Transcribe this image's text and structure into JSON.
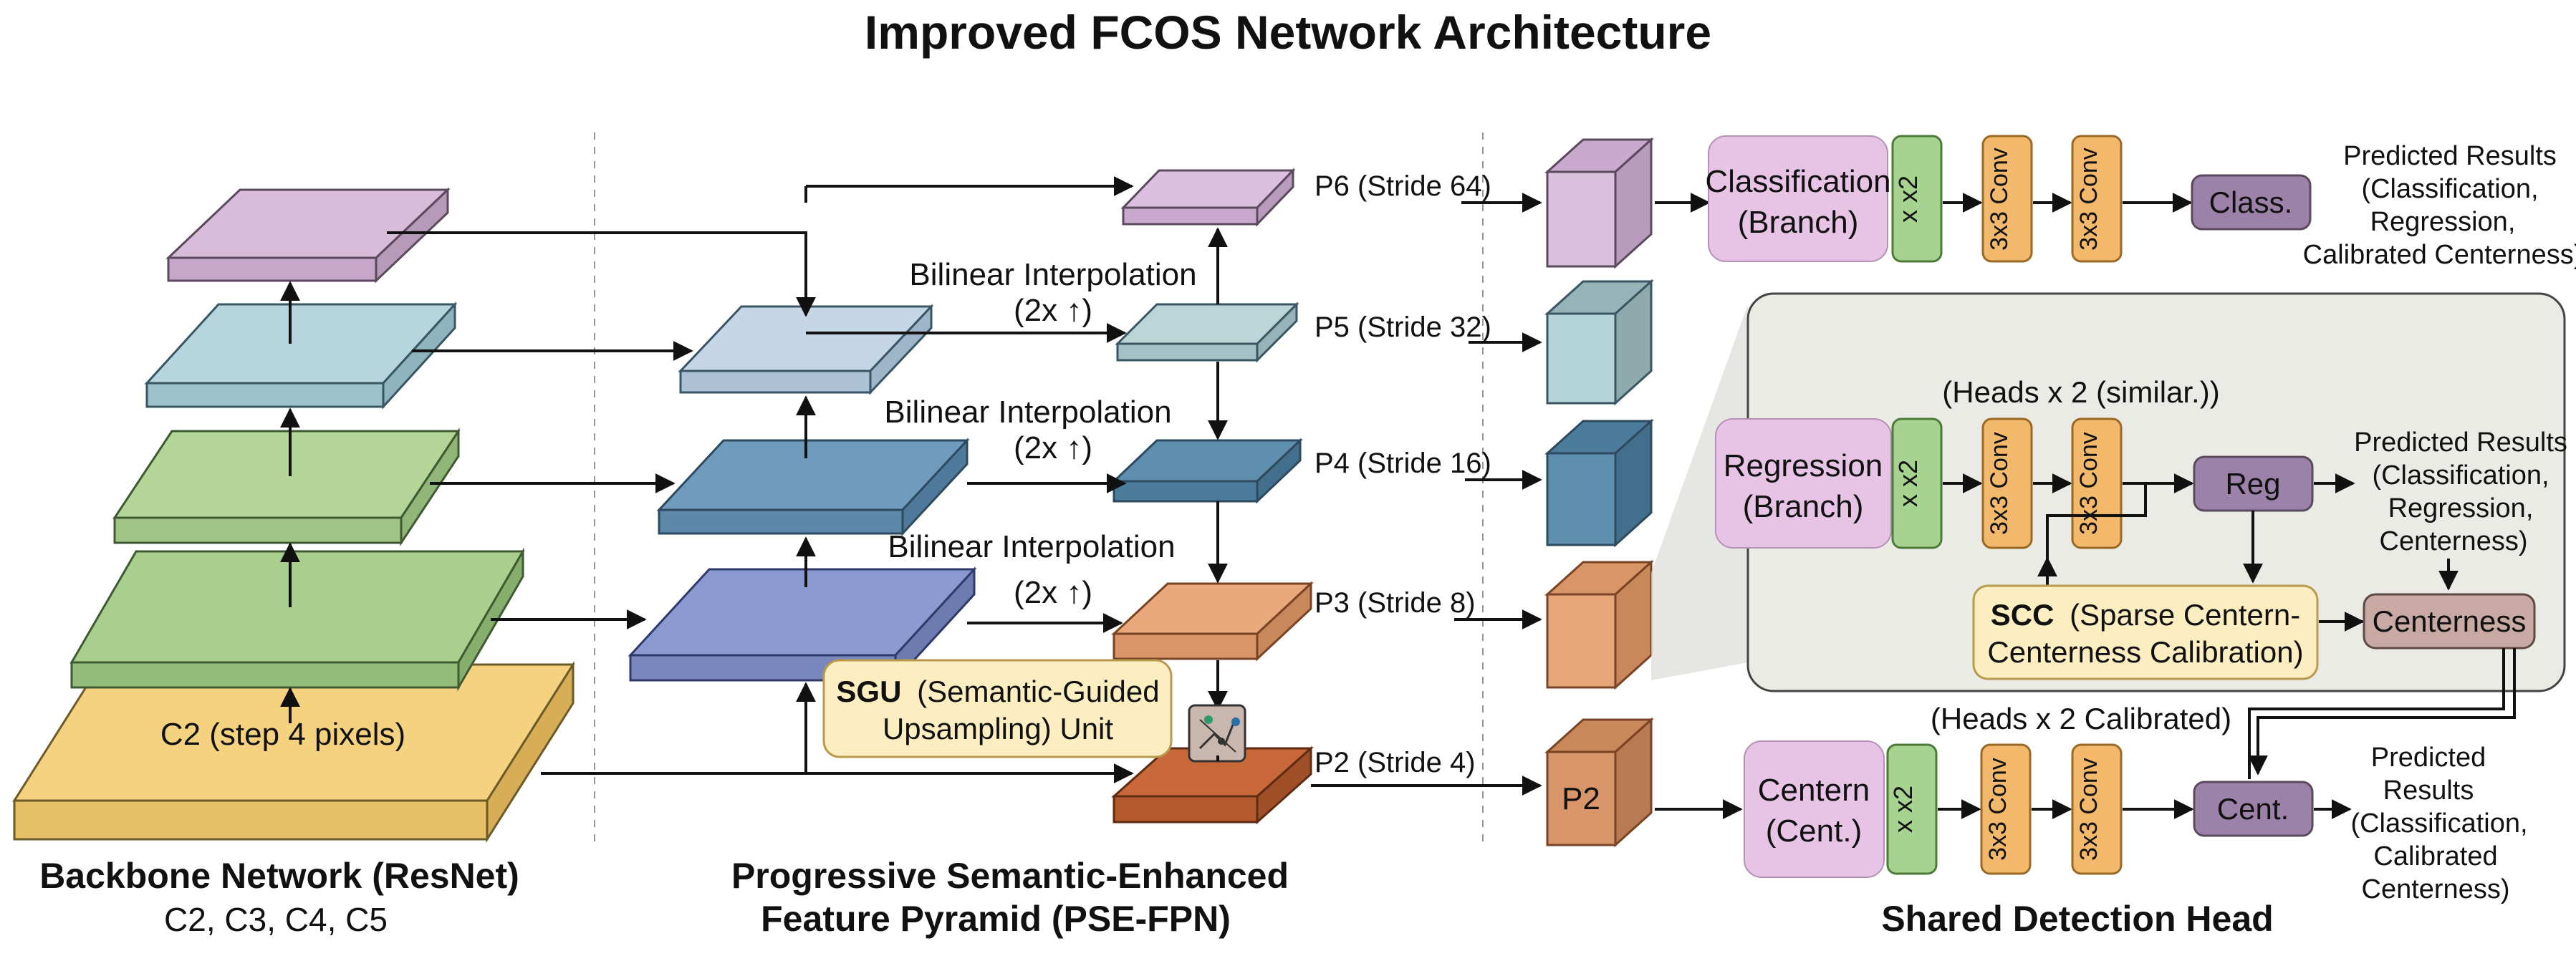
{
  "title": "Improved FCOS Network Architecture",
  "sections": {
    "backbone_title": "Backbone Network (ResNet)",
    "backbone_sub": "C2, C3, C4, C5",
    "fpn_title_1": "Progressive Semantic-Enhanced",
    "fpn_title_2": "Feature Pyramid (PSE-FPN)",
    "head_title": "Shared Detection Head"
  },
  "backbone": {
    "c2_label": "C2 (step 4 pixels)"
  },
  "fpn": {
    "interp_1": "Bilinear Interpolation",
    "interp_2": "Bilinear Interpolation",
    "interp_3": "Bilinear Interpolation",
    "interp_suffix": "(2x ↑)",
    "p6": "P6 (Stride 64)",
    "p5": "P5 (Stride 32)",
    "p4": "P4 (Stride 16)",
    "p3": "P3 (Stride 8)",
    "p2": "P2 (Stride 4)",
    "sgu_bold": "SGU",
    "sgu_rest": "(Semantic-Guided",
    "sgu_line2": "Upsampling) Unit"
  },
  "head": {
    "p2_box": "P2",
    "cls_branch_1": "Classification",
    "cls_branch_2": "(Branch)",
    "x2": "x x2",
    "conv": "3x3 Conv",
    "cls_out": "Class.",
    "cls_result": [
      "Predicted Results",
      "(Classification,",
      "Regression,",
      "Calibrated Centerness)"
    ],
    "reg_heads_label": "(Heads x 2 (similar.))",
    "reg_branch_1": "Regression",
    "reg_branch_2": "(Branch)",
    "reg_out": "Reg",
    "reg_result": [
      "Predicted Results",
      "(Classification,",
      "Regression,",
      "Centerness)"
    ],
    "scc_bold": "SCC",
    "scc_rest": "(Sparse Centern-",
    "scc_line2": "Centerness Calibration)",
    "centerness_out": "Centerness",
    "cent_heads_label": "(Heads x 2 Calibrated)",
    "cent_branch_1": "Centern",
    "cent_branch_2": "(Cent.)",
    "cent_out": "Cent.",
    "cent_result": [
      "Predicted",
      "Results",
      "(Classification,",
      "Calibrated",
      "Centerness)"
    ]
  },
  "colors": {
    "lavender": "#d9bcdc",
    "lightblue": "#b6cede",
    "teal": "#a9cfd1",
    "green": "#a8cf8e",
    "yellow": "#f4d27f",
    "steelblue": "#6b97b6",
    "periwinkle": "#8b9ad0",
    "orange": "#e8a87a",
    "darkorange": "#c9693a",
    "head_green": "#a6d38f",
    "head_conv": "#f2b96c",
    "head_purple": "#9c82a9",
    "pink": "#e7c3e6",
    "panel": "#ebebe6",
    "scc": "#fdeec2",
    "centerness": "#c8a9a3"
  }
}
